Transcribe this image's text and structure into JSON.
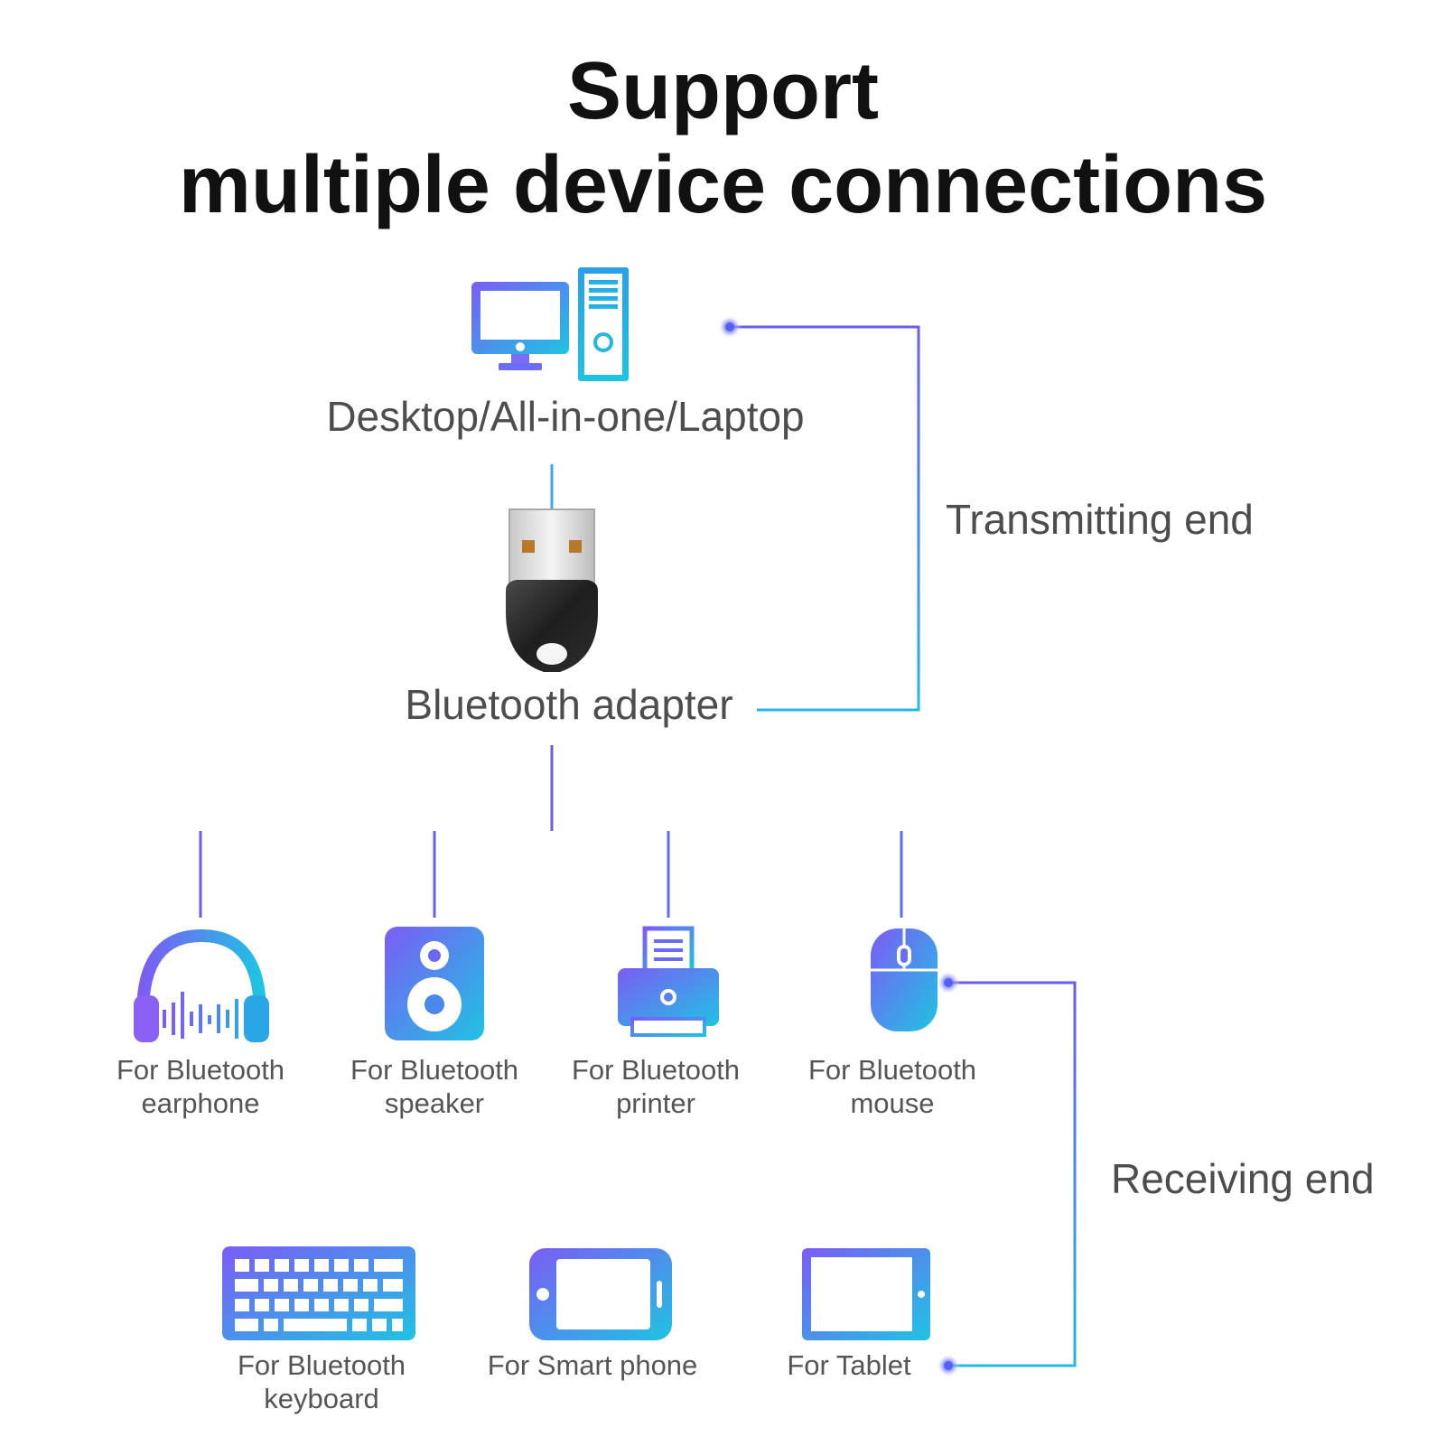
{
  "title": {
    "line1": "Support",
    "line2": "multiple device connections"
  },
  "colors": {
    "gradient_start": "#7b5cf5",
    "gradient_end": "#1fc3e3",
    "line_purple": "#6a5cf0",
    "line_cyan": "#24b8e0",
    "adapter_body": "#2a2a2a"
  },
  "host": {
    "label": "Desktop/All-in-one/Laptop",
    "icon": "desktop-computer-icon"
  },
  "adapter": {
    "label": "Bluetooth adapter",
    "icon": "usb-bluetooth-adapter-icon"
  },
  "ends": {
    "transmitting": "Transmitting end",
    "receiving": "Receiving end"
  },
  "devices_row1": [
    {
      "label_line1": "For Bluetooth",
      "label_line2": "earphone",
      "icon": "headphones-icon"
    },
    {
      "label_line1": "For Bluetooth",
      "label_line2": "speaker",
      "icon": "speaker-icon"
    },
    {
      "label_line1": "For Bluetooth",
      "label_line2": "printer",
      "icon": "printer-icon"
    },
    {
      "label_line1": "For Bluetooth",
      "label_line2": "mouse",
      "icon": "mouse-icon"
    }
  ],
  "devices_row2": [
    {
      "label_line1": "For Bluetooth",
      "label_line2": "keyboard",
      "icon": "keyboard-icon"
    },
    {
      "label_line1": "For Smart phone",
      "label_line2": "",
      "icon": "smartphone-icon"
    },
    {
      "label_line1": "For Tablet",
      "label_line2": "",
      "icon": "tablet-icon"
    }
  ]
}
